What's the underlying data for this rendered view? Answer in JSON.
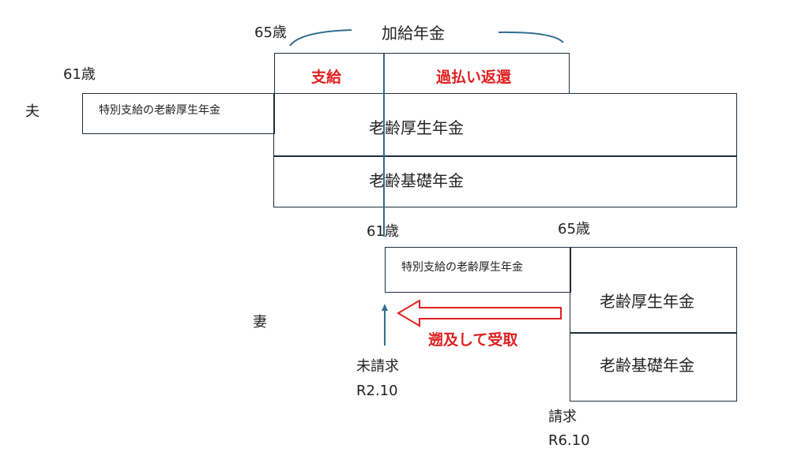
{
  "husband": {
    "label": "夫",
    "age_start": "61歳",
    "age_65": "65歳",
    "kakyu": "加給年金",
    "shikyu": "支給",
    "kabarai": "過払い返還",
    "tokubetsu": "特別支給の老齢厚生年金",
    "kosei": "老齢厚生年金",
    "kiso": "老齢基礎年金"
  },
  "wife": {
    "label": "妻",
    "age_start": "61歳",
    "age_65": "65歳",
    "tokubetsu": "特別支給の老齢厚生年金",
    "kosei": "老齢厚生年金",
    "kiso": "老齢基礎年金",
    "sokyu": "遡及して受取",
    "unclaimed": "未請求",
    "unclaimed_date": "R2.10",
    "claim": "請求",
    "claim_date": "R6.10"
  },
  "colors": {
    "line": "#1f2d3a",
    "timeline": "#2f6f8f",
    "accent_red": "#e02020"
  }
}
